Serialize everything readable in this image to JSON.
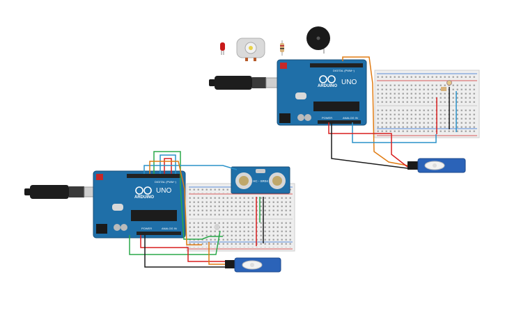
{
  "boards": [
    {
      "brand": "ARDUINO",
      "model": "UNO",
      "digital_label": "DIGITAL (PWM~)",
      "power_label": "POWER",
      "analog_label": "ANALOG IN"
    },
    {
      "brand": "ARDUINO",
      "model": "UNO",
      "digital_label": "DIGITAL (PWM~)",
      "power_label": "POWER",
      "analog_label": "ANALOG IN"
    }
  ],
  "ultrasonic_sensor": {
    "label": "HC - SR04"
  },
  "components_tray": [
    "led-icon",
    "dc-motor-icon",
    "resistor-icon",
    "piezo-buzzer-icon"
  ],
  "colors": {
    "board": "#1f6fa8",
    "wire_orange": "#e07b12",
    "wire_red": "#d81e1e",
    "wire_black": "#1a1a1a",
    "wire_blue": "#2a92c9",
    "wire_green": "#2aa84a",
    "servo": "#2b63b8"
  }
}
